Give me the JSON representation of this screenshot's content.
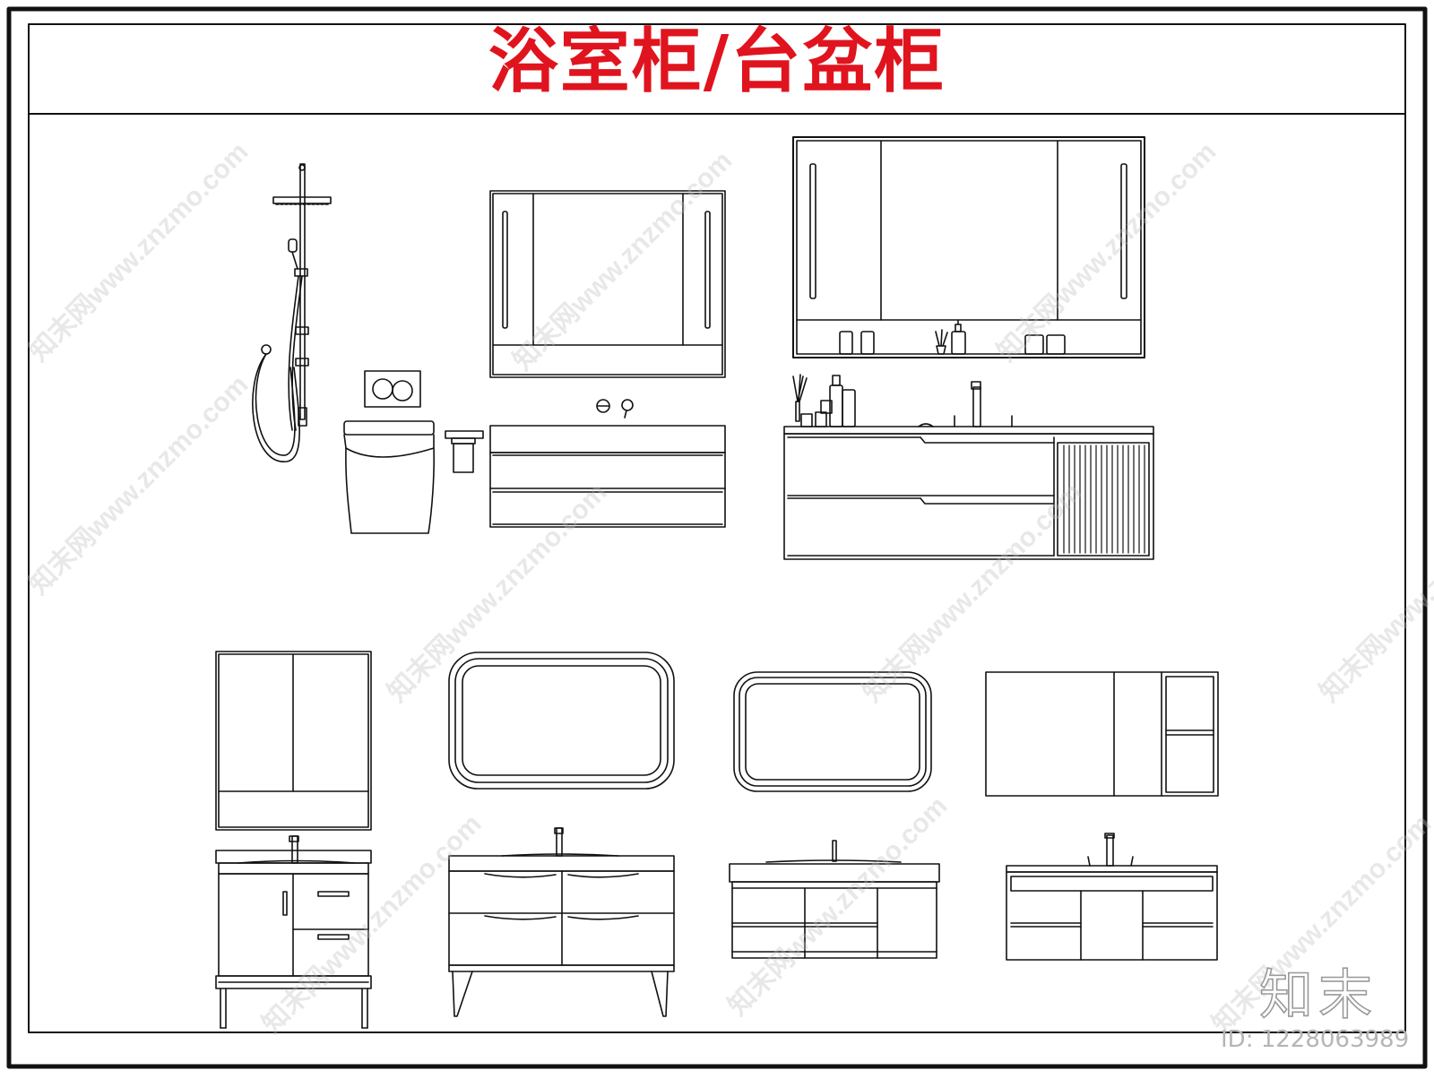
{
  "title": "浴室柜/台盆柜",
  "brand": "知末",
  "id_label": "ID: 1228063989",
  "watermark": "知末网www.znzmo.com",
  "colors": {
    "title": "#e0141e",
    "line": "#111111",
    "watermark": "#c0c0c0"
  }
}
